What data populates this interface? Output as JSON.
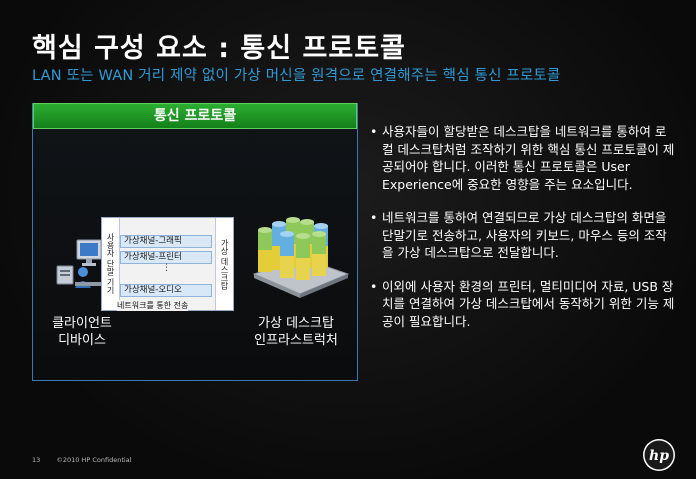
{
  "slide": {
    "title": "핵심 구성 요소 : 통신 프로토콜",
    "subtitle": "LAN 또는 WAN 거리 제약 없이 가상 머신을 원격으로 연결해주는 핵심 통신 프로토콜"
  },
  "diagram": {
    "header": "통신 프로토콜",
    "left_side_label": "사용자 단말 기기",
    "right_side_label": "가상 데스크탑",
    "channels": [
      "가상채널-그래픽",
      "가상채널-프린터",
      "가상채널-오디오"
    ],
    "channels_ellipsis": "⋮",
    "bottom_label": "네트워크를 통한 전송",
    "client_label_line1": "클라이언트",
    "client_label_line2": "디바이스",
    "infra_label_line1": "가상 데스크탑",
    "infra_label_line2": "인프라스트럭처"
  },
  "bullets": [
    "사용자들이 할당받은 데스크탑을 네트워크를 통하여 로컬 데스크탑처럼 조작하기 위한 핵심 통신 프로토콜이 제공되어야 합니다. 이러한 통신 프로토콜은 User Experience에 중요한 영향을 주는 요소입니다.",
    "네트워크를 통하여 연결되므로 가상 데스크탑의 화면을 단말기로 전송하고, 사용자의 키보드, 마우스 등의 조작을 가상 데스크탑으로 전달합니다.",
    "이외에 사용자 환경의 프린터, 멀티미디어 자료, USB 장치를 연결하여 가상 데스크탑에서 동작하기 위한 기능 제공이 필요합니다."
  ],
  "bullet_marker": "•",
  "footer": {
    "page_number": "13",
    "copyright": "©2010 HP Confidential"
  },
  "logo_text": "hp",
  "colors": {
    "subtitle": "#2e9bd6",
    "header_green": "#1f9b26",
    "panel_border": "#3a79b4"
  }
}
